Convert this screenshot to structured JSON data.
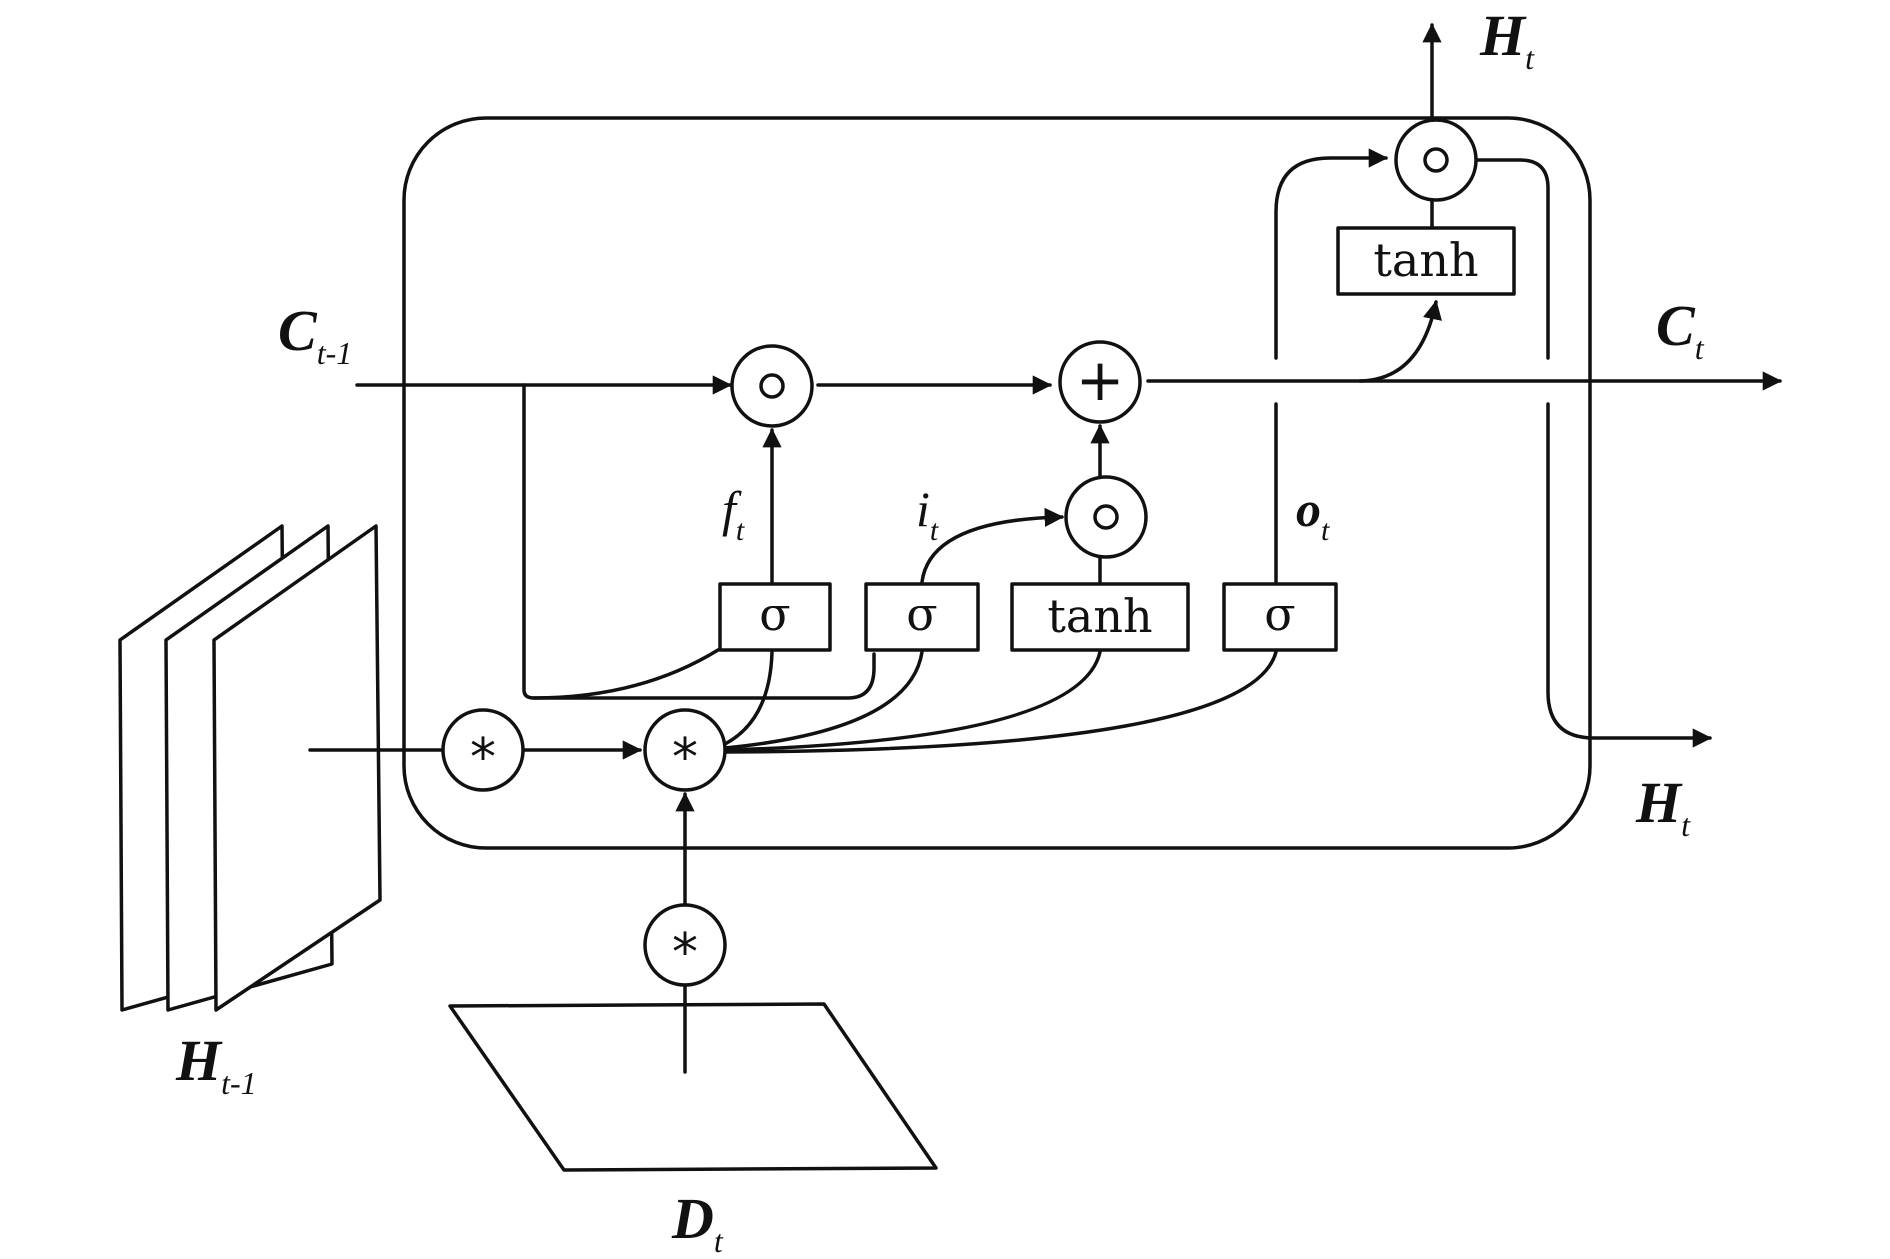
{
  "inputs": {
    "cell_prev": {
      "main": "C",
      "sub": "t-1"
    },
    "hidden_prev": {
      "main": "H",
      "sub": "t-1"
    },
    "data": {
      "main": "D",
      "sub": "t"
    }
  },
  "outputs": {
    "cell": {
      "main": "C",
      "sub": "t"
    },
    "hidden_top": {
      "main": "H",
      "sub": "t"
    },
    "hidden_right": {
      "main": "H",
      "sub": "t"
    }
  },
  "gates": {
    "forget": {
      "activation": "σ",
      "label_main": "f",
      "label_sub": "t"
    },
    "input": {
      "activation": "σ",
      "label_main": "i",
      "label_sub": "t"
    },
    "candidate": {
      "activation": "tanh"
    },
    "output": {
      "activation": "σ",
      "label_main": "o",
      "label_sub": "t"
    },
    "cell_output": {
      "activation": "tanh"
    }
  },
  "operators": {
    "convolution": "*",
    "addition": "+"
  },
  "colors": {
    "stroke": "#111111",
    "background": "#ffffff"
  }
}
